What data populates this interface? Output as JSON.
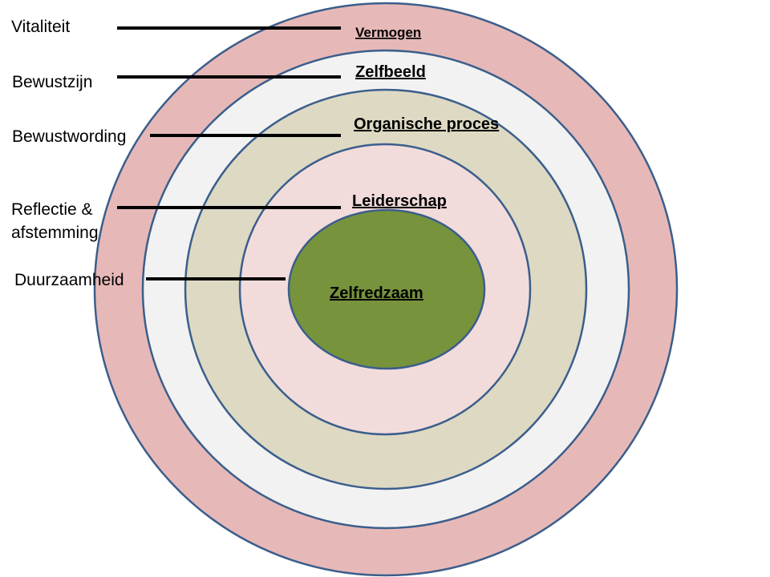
{
  "colors": {
    "outer": "#e6b9b8",
    "second": "#f2f2f2",
    "third": "#ddd9c3",
    "fourth": "#f2dcdb",
    "core": "#77933c",
    "stroke": "#3b5e8c"
  },
  "side_labels": [
    "Vitaliteit",
    "Bewustzijn",
    "Bewustwording",
    "Reflectie &",
    "afstemming",
    "Duurzaamheid"
  ],
  "ring_labels": [
    "Vermogen",
    "Zelfbeeld",
    "Organische proces",
    "Leiderschap",
    "Zelfredzaam"
  ]
}
